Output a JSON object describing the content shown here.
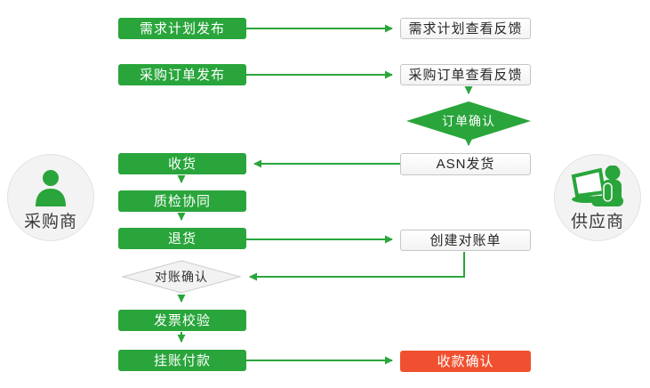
{
  "diagram": {
    "actors": {
      "buyer": {
        "label": "采购商",
        "icon": "person-icon"
      },
      "supplier": {
        "label": "供应商",
        "icon": "person-laptop-icon"
      }
    },
    "nodes": {
      "demand_plan_publish": {
        "label": "需求计划发布",
        "shape": "rect",
        "style": "green"
      },
      "demand_plan_feedback": {
        "label": "需求计划查看反馈",
        "shape": "rect",
        "style": "white"
      },
      "po_publish": {
        "label": "采购订单发布",
        "shape": "rect",
        "style": "green"
      },
      "po_feedback": {
        "label": "采购订单查看反馈",
        "shape": "rect",
        "style": "white"
      },
      "order_confirm": {
        "label": "订单确认",
        "shape": "diamond",
        "style": "green"
      },
      "asn_ship": {
        "label": "ASN发货",
        "shape": "rect",
        "style": "white"
      },
      "receive": {
        "label": "收货",
        "shape": "rect",
        "style": "green"
      },
      "quality_check": {
        "label": "质检协同",
        "shape": "rect",
        "style": "green"
      },
      "return_goods": {
        "label": "退货",
        "shape": "rect",
        "style": "green"
      },
      "create_statement": {
        "label": "创建对账单",
        "shape": "rect",
        "style": "white"
      },
      "statement_confirm": {
        "label": "对账确认",
        "shape": "diamond",
        "style": "white"
      },
      "invoice_verify": {
        "label": "发票校验",
        "shape": "rect",
        "style": "green"
      },
      "book_payment": {
        "label": "挂账付款",
        "shape": "rect",
        "style": "green"
      },
      "receipt_confirm": {
        "label": "收款确认",
        "shape": "rect",
        "style": "red"
      }
    },
    "edges": [
      {
        "from": "demand_plan_publish",
        "to": "demand_plan_feedback"
      },
      {
        "from": "po_publish",
        "to": "po_feedback"
      },
      {
        "from": "po_feedback",
        "to": "order_confirm"
      },
      {
        "from": "order_confirm",
        "to": "asn_ship"
      },
      {
        "from": "asn_ship",
        "to": "receive"
      },
      {
        "from": "receive",
        "to": "quality_check"
      },
      {
        "from": "quality_check",
        "to": "return_goods"
      },
      {
        "from": "return_goods",
        "to": "create_statement"
      },
      {
        "from": "create_statement",
        "to": "statement_confirm"
      },
      {
        "from": "statement_confirm",
        "to": "invoice_verify"
      },
      {
        "from": "invoice_verify",
        "to": "book_payment"
      },
      {
        "from": "book_payment",
        "to": "receipt_confirm"
      }
    ],
    "colors": {
      "process_green": "#29a53b",
      "connector_green": "#2aa63c",
      "alert_red": "#f0502f",
      "white_box_border": "#c6c6c6",
      "diamond_gray_fill": "#f2f2f2",
      "text_dark": "#333333",
      "actor_circle_fill": "#f3f3f3"
    }
  }
}
